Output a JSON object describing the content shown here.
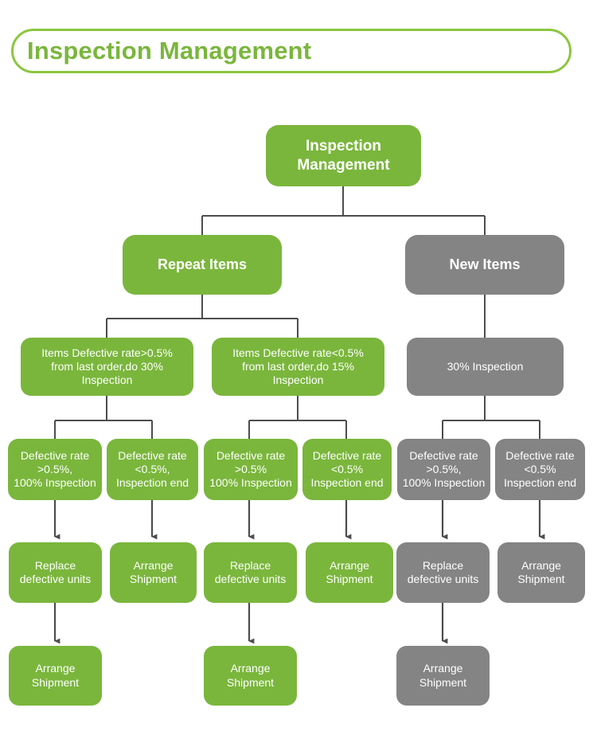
{
  "header": {
    "title": "Inspection Management",
    "accent_color": "#7ab63c",
    "border_color": "#8cc63f"
  },
  "palette": {
    "green": "#7ab63c",
    "gray": "#848484",
    "connector": "#4d4d4d",
    "node_text": "#ffffff",
    "background": "#ffffff"
  },
  "chart_data": {
    "type": "diagram",
    "title": "Inspection Management",
    "nodes": [
      {
        "id": "root",
        "label": "Inspection\nManagement",
        "color": "green",
        "level": 1
      },
      {
        "id": "repeat",
        "label": "Repeat Items",
        "color": "green",
        "level": 2
      },
      {
        "id": "new",
        "label": "New Items",
        "color": "gray",
        "level": 2
      },
      {
        "id": "r-hi",
        "label": "Items Defective rate>0.5%\nfrom last order,do 30%\nInspection",
        "color": "green",
        "level": 3
      },
      {
        "id": "r-lo",
        "label": "Items Defective rate<0.5%\nfrom last order,do 15%\nInspection",
        "color": "green",
        "level": 3
      },
      {
        "id": "n-30",
        "label": "30% Inspection",
        "color": "gray",
        "level": 3
      },
      {
        "id": "c1",
        "label": "Defective rate\n>0.5%,\n100% Inspection",
        "color": "green",
        "level": 4
      },
      {
        "id": "c2",
        "label": "Defective rate\n<0.5%,\nInspection end",
        "color": "green",
        "level": 4
      },
      {
        "id": "c3",
        "label": "Defective rate\n>0.5%\n100% Inspection",
        "color": "green",
        "level": 4
      },
      {
        "id": "c4",
        "label": "Defective rate\n<0.5%\nInspection end",
        "color": "green",
        "level": 4
      },
      {
        "id": "c5",
        "label": "Defective rate\n>0.5%,\n100% Inspection",
        "color": "gray",
        "level": 4
      },
      {
        "id": "c6",
        "label": "Defective rate\n<0.5%\nInspection end",
        "color": "gray",
        "level": 4
      },
      {
        "id": "a1",
        "label": "Replace\ndefective units",
        "color": "green",
        "level": 5
      },
      {
        "id": "a2",
        "label": "Arrange\nShipment",
        "color": "green",
        "level": 5
      },
      {
        "id": "a3",
        "label": "Replace\ndefective units",
        "color": "green",
        "level": 5
      },
      {
        "id": "a4",
        "label": "Arrange\nShipment",
        "color": "green",
        "level": 5
      },
      {
        "id": "a5",
        "label": "Replace\ndefective units",
        "color": "gray",
        "level": 5
      },
      {
        "id": "a6",
        "label": "Arrange\nShipment",
        "color": "gray",
        "level": 5
      },
      {
        "id": "s1",
        "label": "Arrange\nShipment",
        "color": "green",
        "level": 6
      },
      {
        "id": "s2",
        "label": "Arrange\nShipment",
        "color": "green",
        "level": 6
      },
      {
        "id": "s3",
        "label": "Arrange\nShipment",
        "color": "gray",
        "level": 6
      }
    ],
    "edges": [
      {
        "from": "root",
        "to": "repeat",
        "style": "elbow"
      },
      {
        "from": "root",
        "to": "new",
        "style": "elbow"
      },
      {
        "from": "repeat",
        "to": "r-hi",
        "style": "elbow"
      },
      {
        "from": "repeat",
        "to": "r-lo",
        "style": "elbow"
      },
      {
        "from": "new",
        "to": "n-30",
        "style": "straight"
      },
      {
        "from": "r-hi",
        "to": "c1",
        "style": "elbow"
      },
      {
        "from": "r-hi",
        "to": "c2",
        "style": "elbow"
      },
      {
        "from": "r-lo",
        "to": "c3",
        "style": "elbow"
      },
      {
        "from": "r-lo",
        "to": "c4",
        "style": "elbow"
      },
      {
        "from": "n-30",
        "to": "c5",
        "style": "elbow"
      },
      {
        "from": "n-30",
        "to": "c6",
        "style": "elbow"
      },
      {
        "from": "c1",
        "to": "a1",
        "style": "arrow"
      },
      {
        "from": "c2",
        "to": "a2",
        "style": "arrow"
      },
      {
        "from": "c3",
        "to": "a3",
        "style": "arrow"
      },
      {
        "from": "c4",
        "to": "a4",
        "style": "arrow"
      },
      {
        "from": "c5",
        "to": "a5",
        "style": "arrow"
      },
      {
        "from": "c6",
        "to": "a6",
        "style": "arrow"
      },
      {
        "from": "a1",
        "to": "s1",
        "style": "arrow"
      },
      {
        "from": "a3",
        "to": "s2",
        "style": "arrow"
      },
      {
        "from": "a5",
        "to": "s3",
        "style": "arrow"
      }
    ]
  },
  "nodes": {
    "root": "Inspection\nManagement",
    "repeat": "Repeat Items",
    "new": "New Items",
    "r_hi": "Items Defective rate>0.5%\nfrom last order,do 30%\nInspection",
    "r_lo": "Items Defective rate<0.5%\nfrom last order,do 15%\nInspection",
    "n_30": "30% Inspection",
    "c1": "Defective rate\n>0.5%,\n100% Inspection",
    "c2": "Defective rate\n<0.5%,\nInspection end",
    "c3": "Defective rate\n>0.5%\n100% Inspection",
    "c4": "Defective rate\n<0.5%\nInspection end",
    "c5": "Defective rate\n>0.5%,\n100% Inspection",
    "c6": "Defective rate\n<0.5%\nInspection end",
    "a1": "Replace\ndefective units",
    "a2": "Arrange\nShipment",
    "a3": "Replace\ndefective units",
    "a4": "Arrange\nShipment",
    "a5": "Replace\ndefective units",
    "a6": "Arrange\nShipment",
    "s1": "Arrange\nShipment",
    "s2": "Arrange\nShipment",
    "s3": "Arrange\nShipment"
  }
}
